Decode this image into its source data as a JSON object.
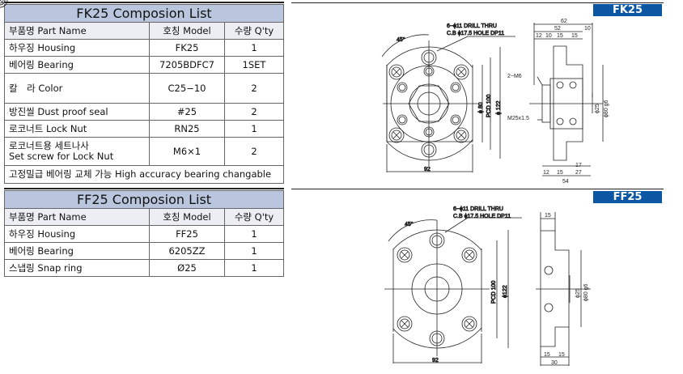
{
  "fk25_table": {
    "title": "FK25 Composion List",
    "headers": [
      "부품명 Part Name",
      "호칭 Model",
      "수량 Q'ty"
    ],
    "rows": [
      {
        "name": "하우징 Housing",
        "model": "FK25",
        "qty": "1"
      },
      {
        "name": "베어링 Bearing",
        "model": "7205BDFC7",
        "qty": "1SET"
      },
      {
        "name": "칼　라 Color",
        "model": "C25−10",
        "qty": "2"
      },
      {
        "name": "방진씰 Dust proof seal",
        "model": "#25",
        "qty": "2"
      },
      {
        "name": "로코너트 Lock Nut",
        "model": "RN25",
        "qty": "1"
      },
      {
        "name": "로코너트용 세트나사",
        "name2": "Set screw for Lock Nut",
        "model": "M6×1",
        "qty": "2"
      }
    ],
    "note": "고정밀급 베어링 교체 가능 High accuracy bearing changable"
  },
  "ff25_table": {
    "title": "FF25 Composion List",
    "headers": [
      "부품명 Part Name",
      "호칭 Model",
      "수량 Q'ty"
    ],
    "rows": [
      {
        "name": "하우징 Housing",
        "model": "FF25",
        "qty": "1"
      },
      {
        "name": "베어링 Bearing",
        "model": "6205ZZ",
        "qty": "1"
      },
      {
        "name": "스냅링 Snap ring",
        "model": "Ø25",
        "qty": "1"
      }
    ]
  },
  "fk25_drawing": {
    "badge": "FK25",
    "hole_note1": "6−ϕ11 DRILL THRU",
    "hole_note2": "C.B ϕ17.5 HOLE DP11",
    "angle": "45°",
    "width": "92",
    "d_inner": "ϕ 80",
    "pcd": "PCD 100",
    "d_outer": "ϕ 122",
    "side": {
      "d62": "62",
      "d52": "52",
      "d10": "10",
      "d12": "12",
      "d10b": "10",
      "d15a": "15",
      "d15b": "15",
      "m6": "2−M6",
      "thread": "M25x1.5",
      "bore": "ϕ25",
      "shaft": "ϕ80 g6",
      "d17": "17",
      "d12b": "12",
      "d15c": "15",
      "d27": "27",
      "d54": "54"
    }
  },
  "ff25_drawing": {
    "badge": "FF25",
    "hole_note1": "6−ϕ11 DRILL THRU",
    "hole_note2": "C.B ϕ17.5 HOLE DP11",
    "angle": "45°",
    "width": "92",
    "pcd": "PCD 100",
    "d_outer": "ϕ122",
    "side": {
      "d15top": "15",
      "bore": "ϕ25",
      "shaft": "ϕ80 g6",
      "d15a": "15",
      "d15b": "15",
      "d30": "30"
    }
  }
}
